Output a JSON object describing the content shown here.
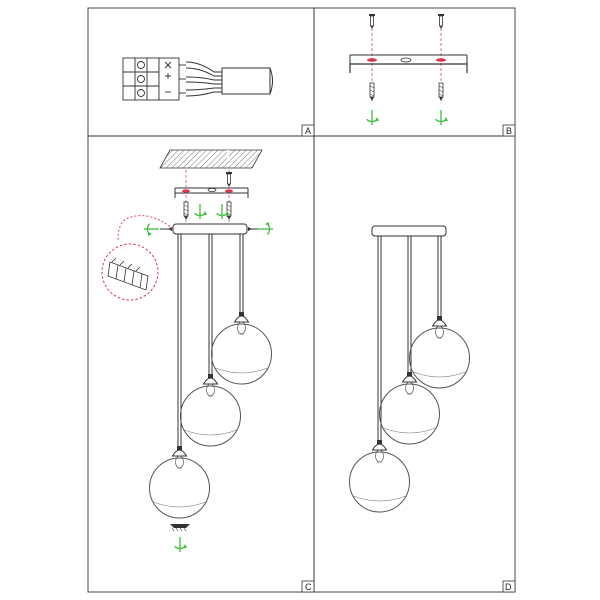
{
  "panels": [
    {
      "id": "A",
      "label": "A"
    },
    {
      "id": "B",
      "label": "B"
    },
    {
      "id": "C",
      "label": "C"
    },
    {
      "id": "D",
      "label": "D"
    }
  ],
  "colors": {
    "line": "#333333",
    "glass": "#555555",
    "arrow": "#3cbf3c",
    "guide": "#d9354a",
    "hatch": "#777777"
  },
  "icons": [
    "terminal-block-icon",
    "screw-icon",
    "rotate-arrow-icon",
    "zoom-callout-icon",
    "pendant-globe-icon"
  ]
}
